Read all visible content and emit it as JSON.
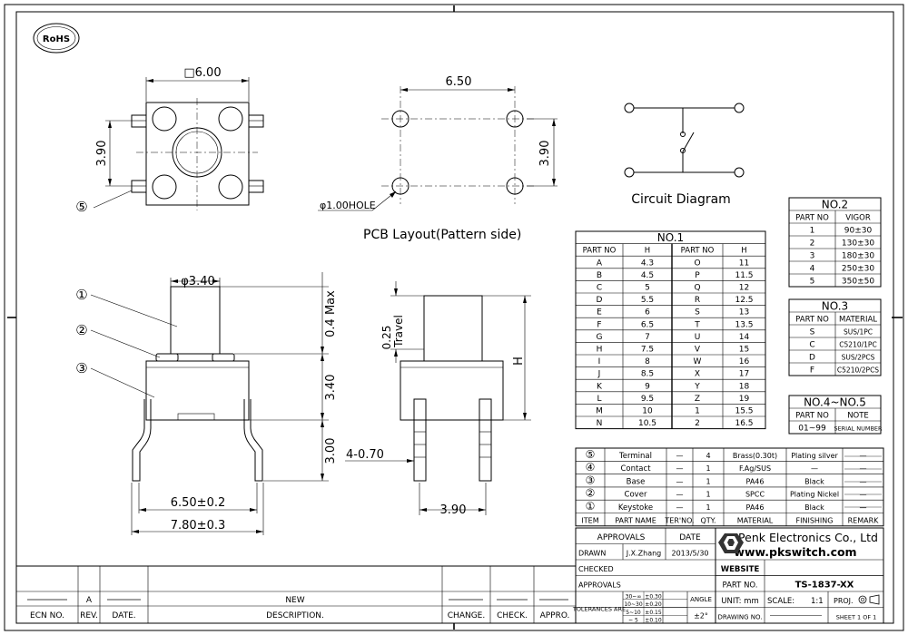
{
  "rohs": "RoHS",
  "top_view": {
    "width_dim": "□6.00",
    "height_dim": "3.90",
    "callout_5": "⑤"
  },
  "pcb": {
    "width_dim": "6.50",
    "height_dim": "3.90",
    "hole_label": "φ1.00HOLE",
    "title": "PCB Layout(Pattern side)"
  },
  "circuit": {
    "title": "Circuit Diagram"
  },
  "front_view": {
    "cap_dia": "φ3.40",
    "travel_max": "0.4 Max",
    "body_h": "3.40",
    "leg_h": "3.00",
    "pitch": "6.50±0.2",
    "overall_w": "7.80±0.3",
    "callouts": [
      "①",
      "②",
      "③"
    ]
  },
  "side_view": {
    "travel": "0.25",
    "travel_word": "Travel",
    "h_label": "H",
    "pin_w": "4-0.70",
    "pin_pitch": "3.90"
  },
  "no1": {
    "title": "NO.1",
    "headers": [
      "PART NO",
      "H",
      "PART NO",
      "H"
    ],
    "rows": [
      [
        "A",
        "4.3",
        "O",
        "11"
      ],
      [
        "B",
        "4.5",
        "P",
        "11.5"
      ],
      [
        "C",
        "5",
        "Q",
        "12"
      ],
      [
        "D",
        "5.5",
        "R",
        "12.5"
      ],
      [
        "E",
        "6",
        "S",
        "13"
      ],
      [
        "F",
        "6.5",
        "T",
        "13.5"
      ],
      [
        "G",
        "7",
        "U",
        "14"
      ],
      [
        "H",
        "7.5",
        "V",
        "15"
      ],
      [
        "I",
        "8",
        "W",
        "16"
      ],
      [
        "J",
        "8.5",
        "X",
        "17"
      ],
      [
        "K",
        "9",
        "Y",
        "18"
      ],
      [
        "L",
        "9.5",
        "Z",
        "19"
      ],
      [
        "M",
        "10",
        "1",
        "15.5"
      ],
      [
        "N",
        "10.5",
        "2",
        "16.5"
      ]
    ]
  },
  "no2": {
    "title": "NO.2",
    "headers": [
      "PART NO",
      "VIGOR"
    ],
    "rows": [
      [
        "1",
        "90±30"
      ],
      [
        "2",
        "130±30"
      ],
      [
        "3",
        "180±30"
      ],
      [
        "4",
        "250±30"
      ],
      [
        "5",
        "350±50"
      ]
    ]
  },
  "no3": {
    "title": "NO.3",
    "headers": [
      "PART NO",
      "MATERIAL"
    ],
    "rows": [
      [
        "S",
        "SUS/1PC"
      ],
      [
        "C",
        "C5210/1PC"
      ],
      [
        "D",
        "SUS/2PCS"
      ],
      [
        "F",
        "C5210/2PCS"
      ]
    ]
  },
  "no45": {
    "title": "NO.4~NO.5",
    "headers": [
      "PART NO",
      "NOTE"
    ],
    "rows": [
      [
        "01~99",
        "SERIAL NUMBER"
      ]
    ]
  },
  "bom": {
    "rows": [
      [
        "⑤",
        "Terminal",
        "—",
        "4",
        "Brass(0.30t)",
        "Plating silver",
        "—"
      ],
      [
        "④",
        "Contact",
        "—",
        "1",
        "F.Ag/SUS",
        "—",
        "—"
      ],
      [
        "③",
        "Base",
        "—",
        "1",
        "PA46",
        "Black",
        "—"
      ],
      [
        "②",
        "Cover",
        "—",
        "1",
        "SPCC",
        "Plating Nickel",
        "—"
      ],
      [
        "①",
        "Keystoke",
        "—",
        "1",
        "PA46",
        "Black",
        "—"
      ]
    ],
    "headers": [
      "ITEM",
      "PART NAME",
      "TER'NO.",
      "QTY.",
      "MATERIAL",
      "FINISHING",
      "REMARK"
    ]
  },
  "title_block": {
    "approvals": "APPROVALS",
    "date": "DATE",
    "drawn": "DRAWN",
    "drawn_by": "J.X.Zhang",
    "drawn_date": "2013/5/30",
    "checked": "CHECKED",
    "approvals2": "APPROVALS",
    "tolerances": "TOLERANCES ARE",
    "tol_ranges": [
      "30~∞ ±0.30",
      "10~30 ±0.20",
      "5~10 ±0.15",
      "~ 5 ±0.10"
    ],
    "tol_a": [
      "30~∞",
      "10~30",
      "5~10",
      "~ 5"
    ],
    "tol_b": [
      "±0.30",
      "±0.20",
      "±0.15",
      "±0.10"
    ],
    "angle": "ANGLE",
    "angle_tol": "±2°",
    "company": "Penk Electronics Co., Ltd",
    "website_url": "www.pkswitch.com",
    "website": "WEBSITE",
    "part_no_label": "PART NO.",
    "part_no": "TS-1837-XX",
    "unit": "UNIT: mm",
    "scale": "SCALE:",
    "scale_val": "1:1",
    "proj": "PROJ.",
    "drawing_no": "DRAWING NO.",
    "sheet": "SHEET 1 OF 1"
  },
  "revision": {
    "rev": "A",
    "new": "NEW",
    "headers": [
      "ECN NO.",
      "REV.",
      "DATE.",
      "DESCRIPTION.",
      "CHANGE.",
      "CHECK.",
      "APPRO."
    ]
  }
}
